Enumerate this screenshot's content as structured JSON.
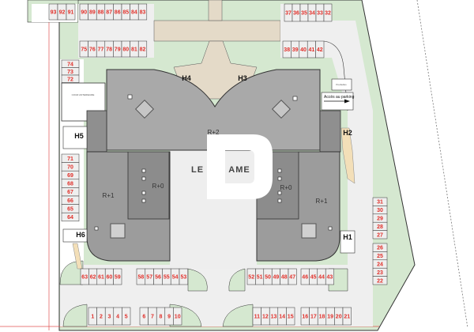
{
  "plan": {
    "building_name_left": "LE",
    "building_name_right": "AME",
    "levels": {
      "center": "R+2",
      "left_wing": "R+1",
      "left_inner": "R+0",
      "right_inner": "R+0",
      "right_wing": "R+1"
    },
    "houses": [
      "H1",
      "H2",
      "H3",
      "H4",
      "H5",
      "H6"
    ],
    "access_label": "Accès au parking",
    "bins_label": "Poubelles",
    "court_label": "COUR ANTERIEURE",
    "colors": {
      "green": "#d5e8d0",
      "road": "#efefef",
      "building": "#a9a9a9",
      "wing": "#9c9c9c",
      "inner": "#8c8c8c",
      "path": "#e4dac8",
      "spot_text": "#e0302a"
    }
  },
  "parking": {
    "top_left_outer": [
      "93",
      "92",
      "91"
    ],
    "top_left_upper": [
      "90",
      "89",
      "88",
      "87",
      "86",
      "85",
      "84",
      "83"
    ],
    "top_left_lower": [
      "75",
      "76",
      "77",
      "78",
      "79",
      "80",
      "81",
      "82"
    ],
    "top_right_upper": [
      "37",
      "36",
      "35",
      "34",
      "33",
      "32"
    ],
    "top_right_lower": [
      "38",
      "39",
      "40",
      "41",
      "42"
    ],
    "left_upper_column": [
      "74",
      "73",
      "72"
    ],
    "left_lower_column": [
      "71",
      "70",
      "69",
      "68",
      "67",
      "66",
      "65",
      "64"
    ],
    "right_upper_column": [
      "31",
      "30",
      "29",
      "28",
      "27"
    ],
    "right_lower_column": [
      "26",
      "25",
      "24",
      "23",
      "22"
    ],
    "mid_row_a": [
      "63",
      "62",
      "61",
      "60",
      "59"
    ],
    "mid_row_b": [
      "58",
      "57",
      "56",
      "55",
      "54",
      "53"
    ],
    "mid_row_c": [
      "52",
      "51",
      "50",
      "49",
      "48",
      "47"
    ],
    "mid_row_d": [
      "46",
      "45",
      "44",
      "43"
    ],
    "bottom_row_a": [
      "1",
      "2",
      "3",
      "4",
      "5"
    ],
    "bottom_row_b": [
      "6",
      "7",
      "8",
      "9",
      "10"
    ],
    "bottom_row_c": [
      "11",
      "12",
      "13",
      "14",
      "15"
    ],
    "bottom_row_d": [
      "16",
      "17",
      "18",
      "19",
      "20",
      "21"
    ]
  }
}
